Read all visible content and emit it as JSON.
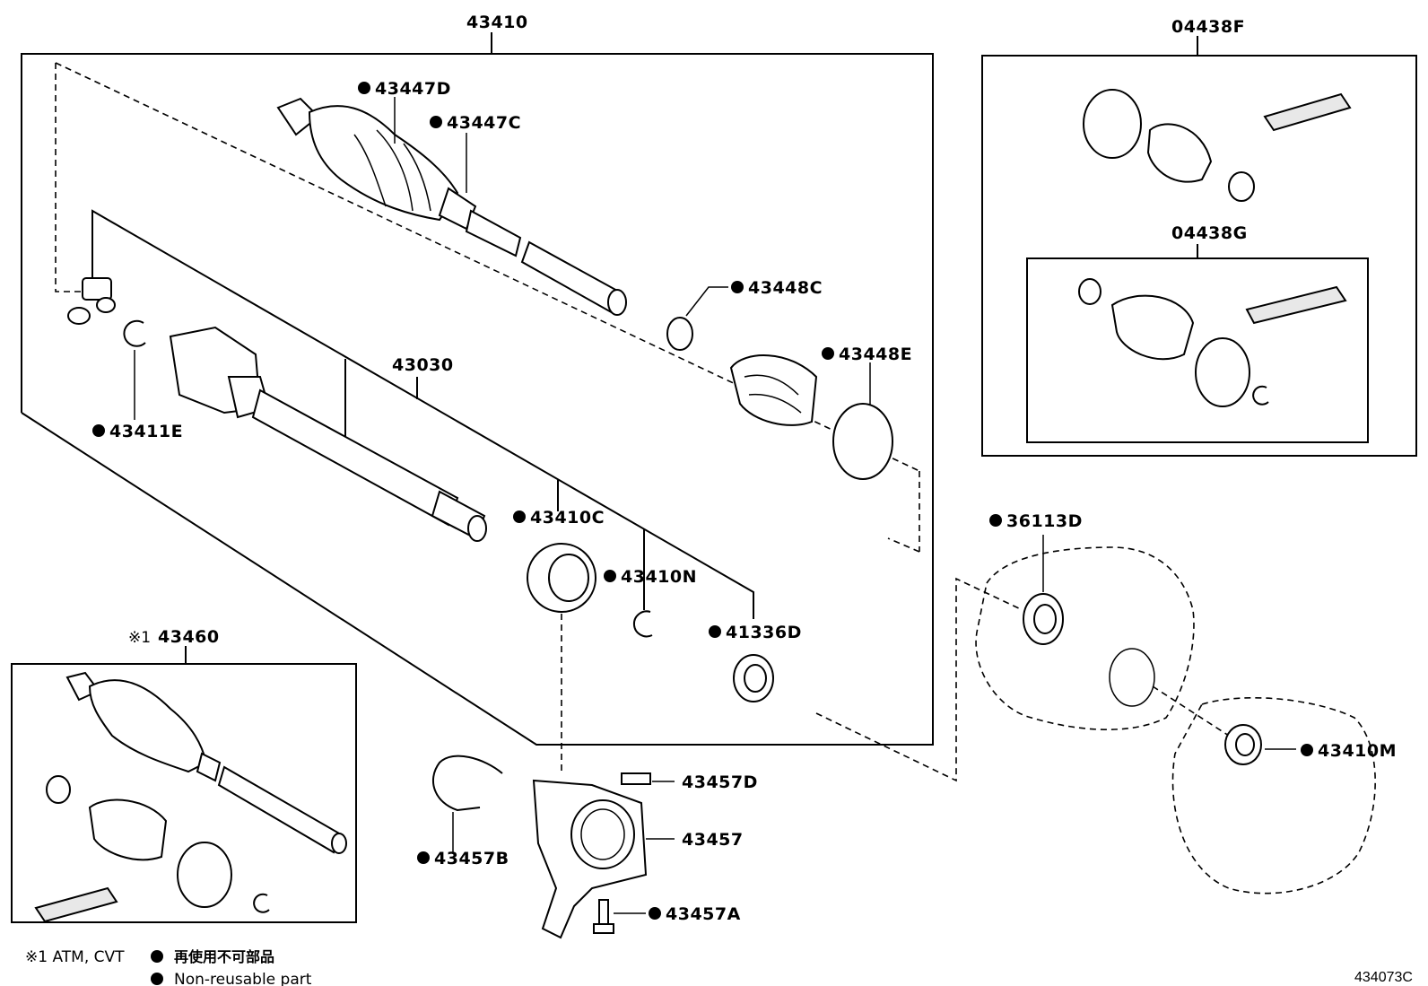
{
  "labels": {
    "p43410": "43410",
    "p04438F": "04438F",
    "p04438G": "04438G",
    "p43447D": "43447D",
    "p43447C": "43447C",
    "p43448C": "43448C",
    "p43448E": "43448E",
    "p43030": "43030",
    "p43411E": "43411E",
    "p43410C": "43410C",
    "p43410N": "43410N",
    "p41336D": "41336D",
    "p36113D": "36113D",
    "p43410M": "43410M",
    "p43460": "43460",
    "p43460_prefix": "※1",
    "p43457D": "43457D",
    "p43457": "43457",
    "p43457B": "43457B",
    "p43457A": "43457A"
  },
  "notes": {
    "footnote1": "※1 ATM, CVT",
    "legend_jp": "再使用不可部品",
    "legend_en": "Non-reusable part"
  },
  "figure_id": "434073C"
}
